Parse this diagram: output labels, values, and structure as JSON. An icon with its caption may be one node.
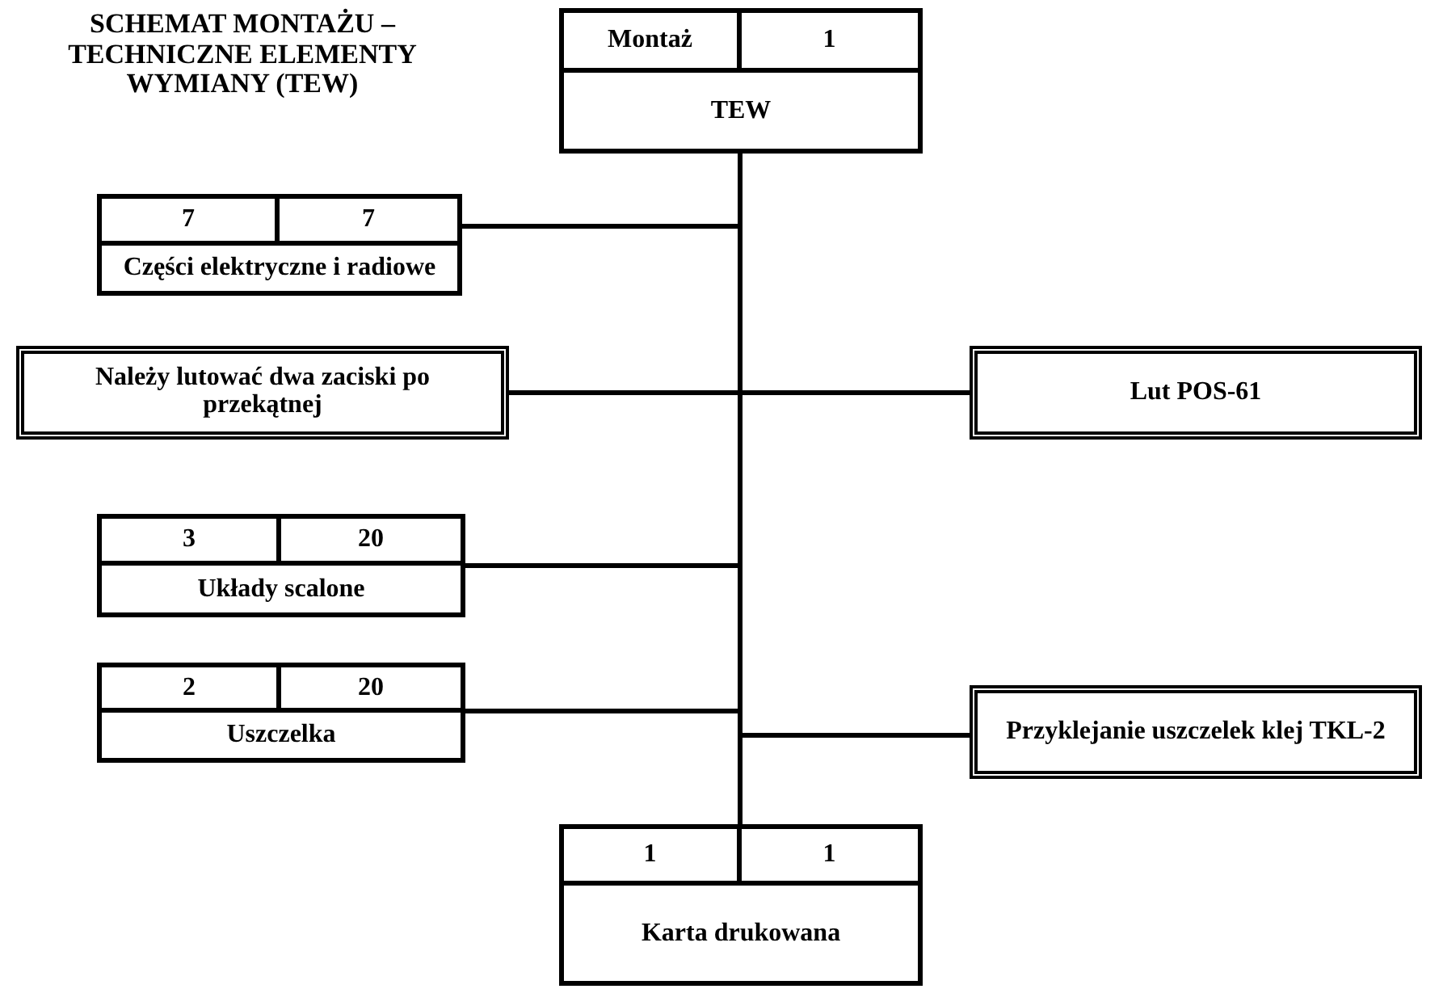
{
  "diagram": {
    "title": "SCHEMAT MONTAŻU – TECHNICZNE ELEMENTY WYMIANY (TEW)",
    "nodes": [
      {
        "text": [
          "Montaż",
          "1",
          "TEW"
        ]
      },
      {
        "text": [
          "7",
          "7",
          "Części elektryczne i radiowe"
        ]
      },
      {
        "text": [
          "Należy lutować dwa zaciski po przekątnej"
        ]
      },
      {
        "text": [
          "Lut POS-61"
        ]
      },
      {
        "text": [
          "3",
          "20",
          "Układy scalone"
        ]
      },
      {
        "text": [
          "2",
          "20",
          "Uszczelka"
        ]
      },
      {
        "text": [
          "Przyklejanie uszczelek klej TKL-2"
        ]
      },
      {
        "text": [
          "1",
          "1",
          "Karta drukowana"
        ]
      }
    ],
    "edges": [
      {
        "from": 1,
        "to": 0,
        "arrow": "none"
      },
      {
        "from": 2,
        "to": 0,
        "arrow": "none"
      },
      {
        "from": 3,
        "to": 0,
        "arrow": "none"
      },
      {
        "from": 4,
        "to": 0,
        "arrow": "none"
      },
      {
        "from": 5,
        "to": 0,
        "arrow": "none"
      },
      {
        "from": 6,
        "to": 0,
        "arrow": "none"
      },
      {
        "from": 7,
        "to": 0,
        "arrow": "none"
      }
    ]
  }
}
